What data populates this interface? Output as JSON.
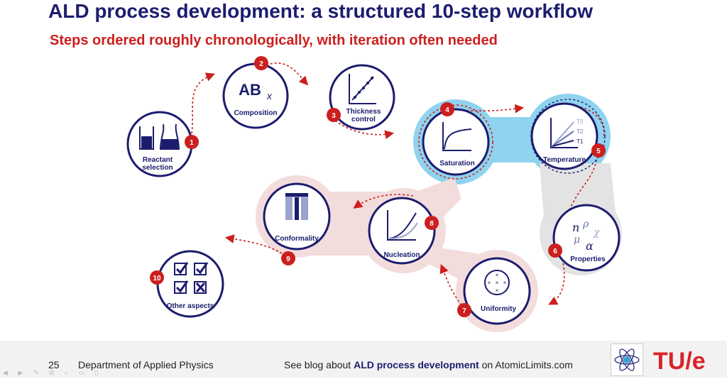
{
  "header": {
    "title": "ALD process development: a structured 10-step workflow",
    "subtitle": "Steps ordered roughly chronologically, with iteration often needed"
  },
  "steps": [
    {
      "number": "1",
      "label": "Reactant selection",
      "icon": "beakers-icon"
    },
    {
      "number": "2",
      "label": "Composition",
      "icon": "abx-formula-icon",
      "symbol": "AB",
      "subscript": "x"
    },
    {
      "number": "3",
      "label": "Thickness control",
      "icon": "linear-growth-plot-icon"
    },
    {
      "number": "4",
      "label": "Saturation",
      "icon": "saturation-curve-icon"
    },
    {
      "number": "5",
      "label": "Temperature",
      "icon": "temperature-lines-icon",
      "curve_labels": [
        "T3",
        "T2",
        "T1"
      ]
    },
    {
      "number": "6",
      "label": "Properties",
      "icon": "greek-symbols-icon",
      "symbols": [
        "n",
        "ρ",
        "μ",
        "χ",
        "α"
      ]
    },
    {
      "number": "7",
      "label": "Uniformity",
      "icon": "wafer-points-icon"
    },
    {
      "number": "8",
      "label": "Nucleation",
      "icon": "nucleation-curve-icon"
    },
    {
      "number": "9",
      "label": "Conformality",
      "icon": "trench-icon"
    },
    {
      "number": "10",
      "label": "Other aspects",
      "icon": "checklist-icon"
    }
  ],
  "colors": {
    "navy": "#1c1c6e",
    "red": "#cc1f1f",
    "blue_group": "#8fd3ee",
    "pink_group": "#f3dcdc",
    "grey_group": "#e3e3e3"
  },
  "footer": {
    "page_number": "25",
    "department": "Department of Applied Physics",
    "blog_prefix": "See blog about",
    "blog_bold": "ALD process development",
    "blog_suffix": "on AtomicLimits.com",
    "logo_text": "TU/e"
  }
}
